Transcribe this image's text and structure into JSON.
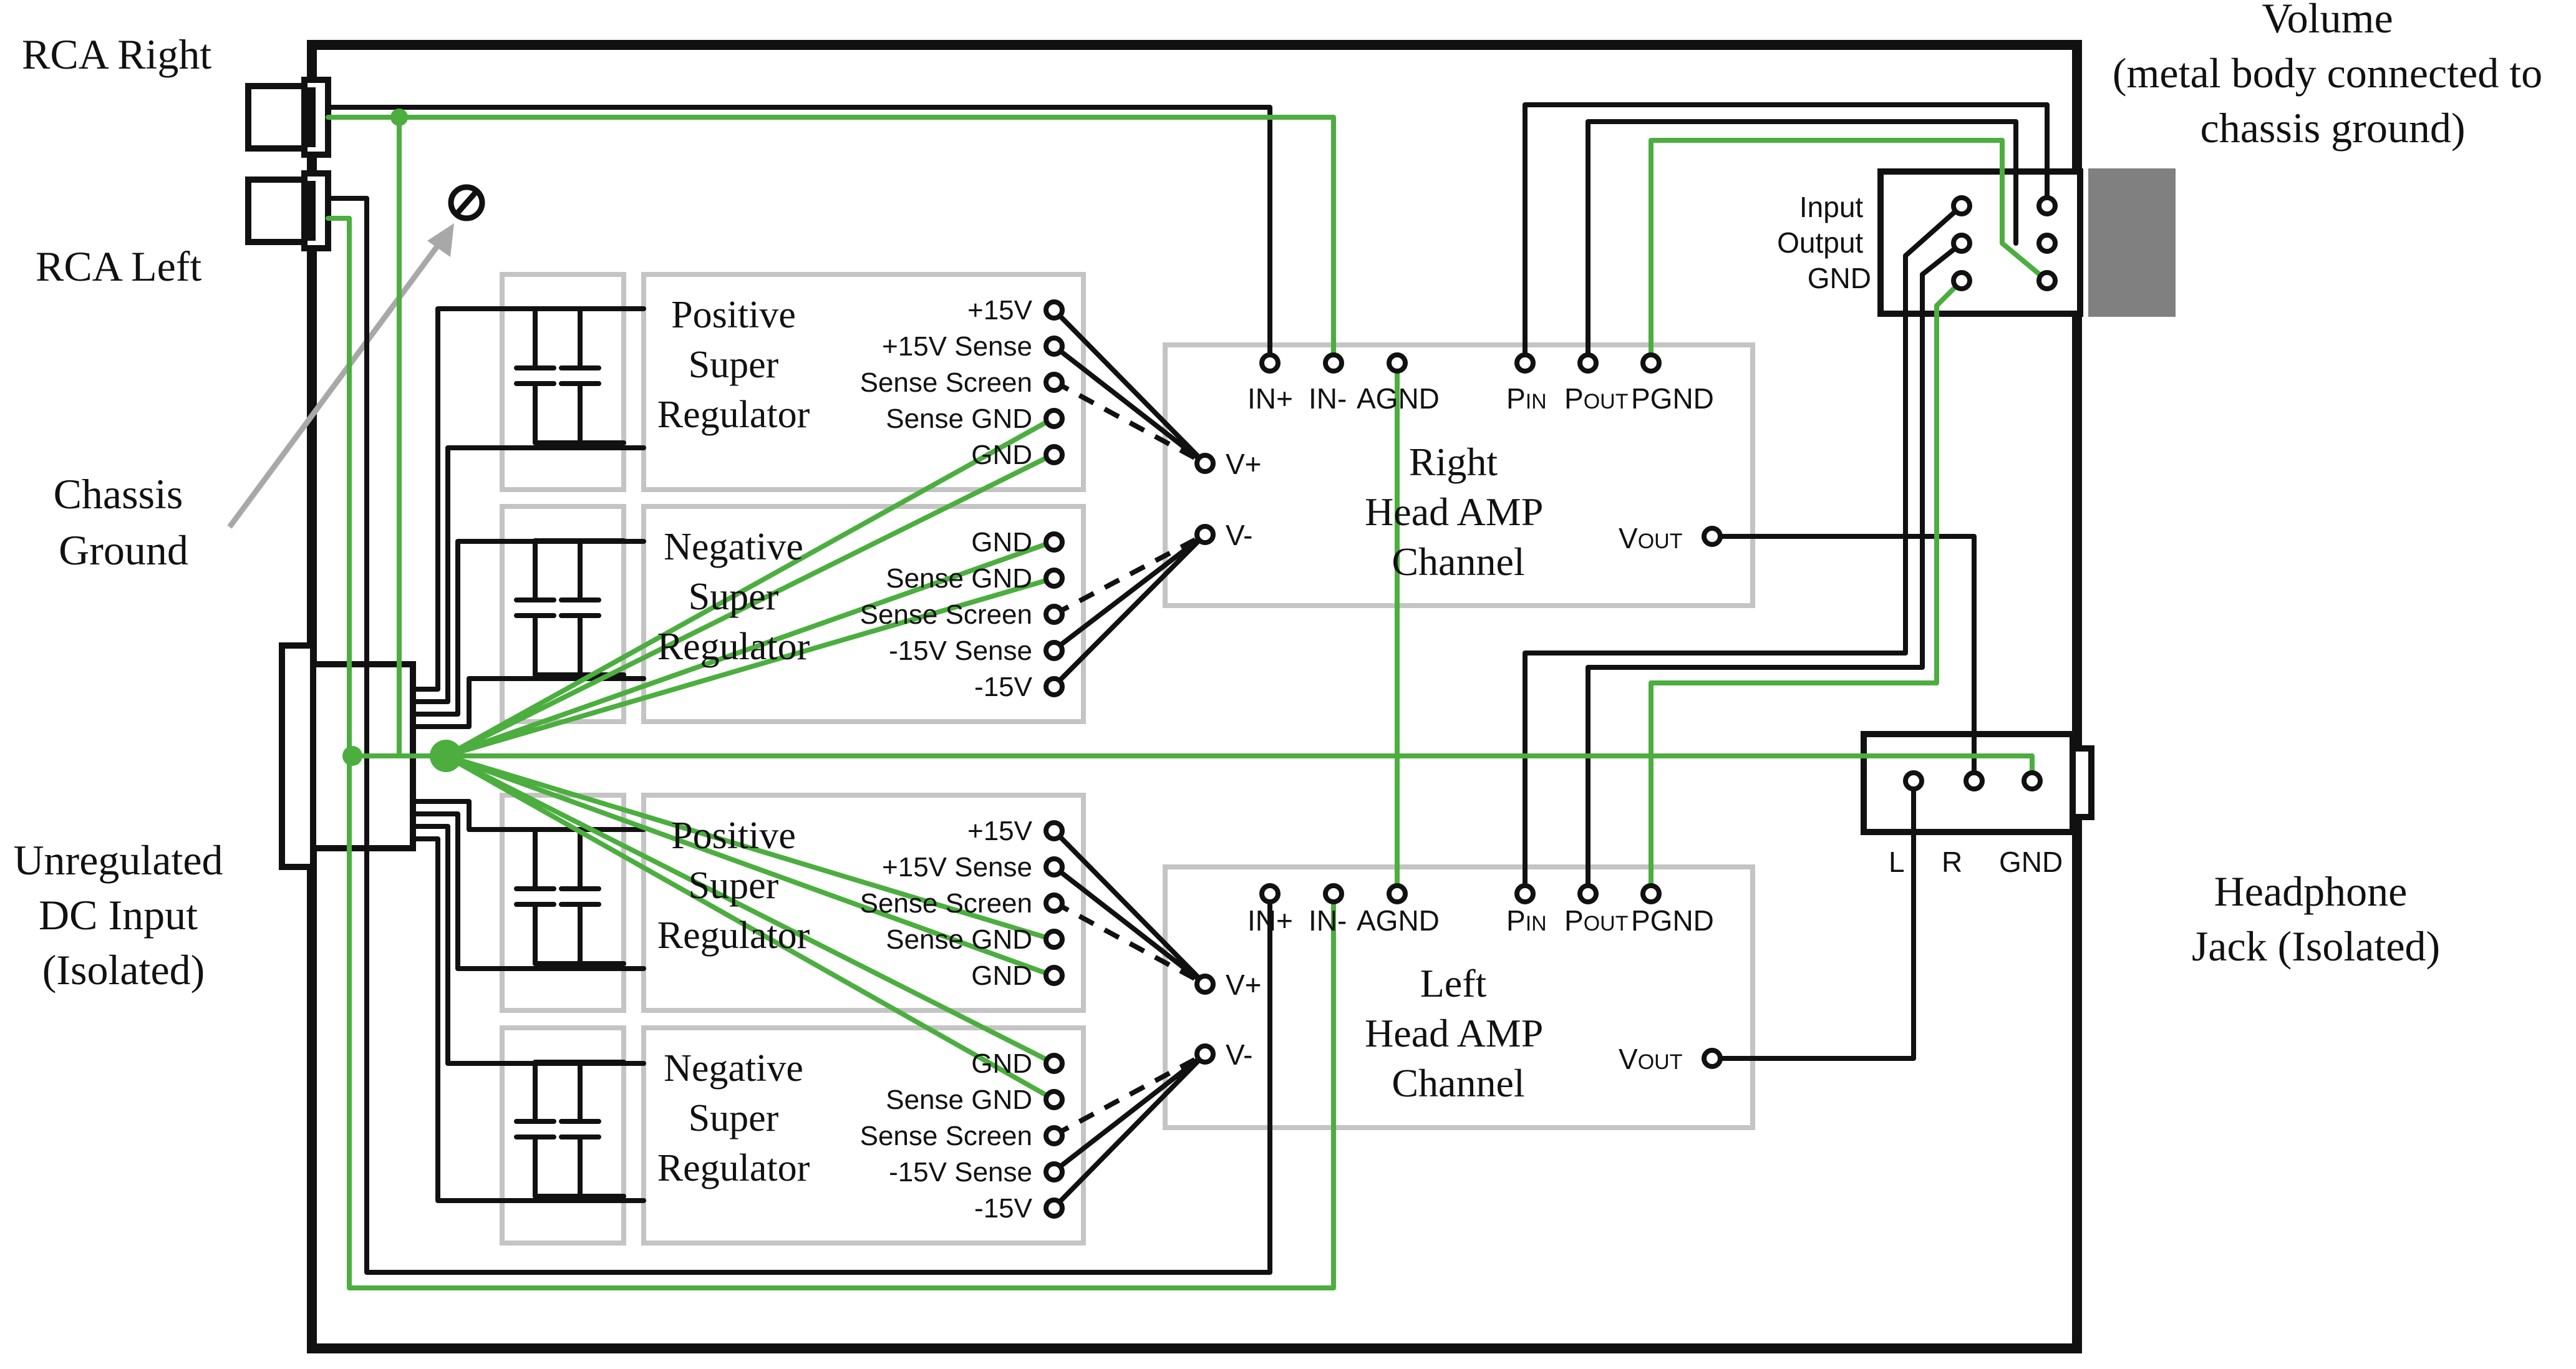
{
  "colors": {
    "wire": "#111111",
    "ground_wire": "#4cae3f",
    "box_outline": "#c4c4c4",
    "volume_knob": "#808080"
  },
  "labels": {
    "rca_right": "RCA Right",
    "rca_left": "RCA Left",
    "chassis_ground": [
      "Chassis",
      "Ground"
    ],
    "dc_input": [
      "Unregulated",
      "DC Input",
      "(Isolated)"
    ],
    "volume": [
      "Volume",
      "(metal body connected to",
      "chassis ground)"
    ],
    "headphone": [
      "Headphone",
      "Jack (Isolated)"
    ]
  },
  "regulators": [
    {
      "name": [
        "Positive",
        "Super",
        "Regulator"
      ],
      "pins": [
        "+15V",
        "+15V Sense",
        "Sense Screen",
        "Sense GND",
        "GND"
      ]
    },
    {
      "name": [
        "Negative",
        "Super",
        "Regulator"
      ],
      "pins": [
        "GND",
        "Sense GND",
        "Sense Screen",
        "-15V Sense",
        "-15V"
      ]
    },
    {
      "name": [
        "Positive",
        "Super",
        "Regulator"
      ],
      "pins": [
        "+15V",
        "+15V Sense",
        "Sense Screen",
        "Sense GND",
        "GND"
      ]
    },
    {
      "name": [
        "Negative",
        "Super",
        "Regulator"
      ],
      "pins": [
        "GND",
        "Sense GND",
        "Sense Screen",
        "-15V Sense",
        "-15V"
      ]
    }
  ],
  "amps": [
    {
      "name": [
        "Right",
        "Head AMP",
        "Channel"
      ]
    },
    {
      "name": [
        "Left",
        "Head AMP",
        "Channel"
      ]
    }
  ],
  "amp_pins": {
    "in_plus": "IN+",
    "in_minus": "IN-",
    "agnd": "AGND",
    "p_prefix": "P",
    "in_sub": "IN",
    "out_sub": "OUT",
    "pgnd": "PGND",
    "v_prefix": "V",
    "v_plus": "V+",
    "v_minus": "V-"
  },
  "volume_pins": [
    "Input",
    "Output",
    "GND"
  ],
  "jack_pins": [
    "L",
    "R",
    "GND"
  ]
}
